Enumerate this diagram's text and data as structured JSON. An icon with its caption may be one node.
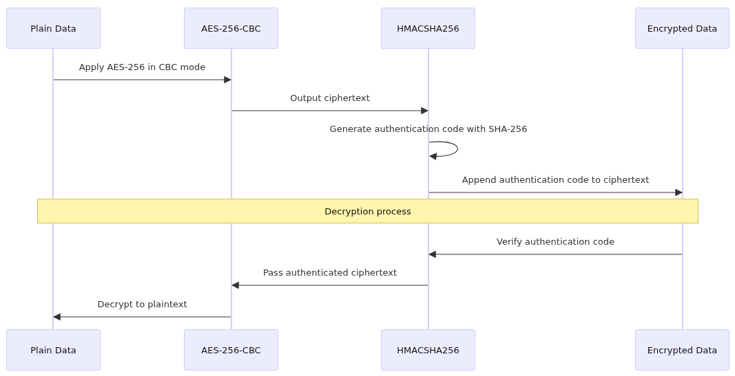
{
  "diagram": {
    "nodes": [
      {
        "text": [
          "Plain Data"
        ]
      },
      {
        "text": [
          "AES-256-CBC"
        ]
      },
      {
        "text": [
          "HMACSHA256"
        ]
      },
      {
        "text": [
          "Encrypted Data"
        ]
      },
      {
        "text": [
          "Plain Data"
        ]
      },
      {
        "text": [
          "AES-256-CBC"
        ]
      },
      {
        "text": [
          "HMACSHA256"
        ]
      },
      {
        "text": [
          "Encrypted Data"
        ]
      },
      {
        "text": [
          "Decryption process"
        ]
      },
      {
        "text": [],
        "shape": "bar"
      },
      {
        "text": [],
        "shape": "bar"
      },
      {
        "text": [],
        "shape": "bar"
      },
      {
        "text": [],
        "shape": "bar"
      }
    ],
    "edges": [
      {
        "from": 9,
        "to": 10,
        "arrow": "to",
        "label": "Apply AES-256 in CBC mode"
      },
      {
        "from": 10,
        "to": 11,
        "arrow": "to",
        "label": "Output ciphertext"
      },
      {
        "from": 11,
        "to": 11,
        "arrow": "to",
        "label": "Generate authentication code with SHA-256"
      },
      {
        "from": 11,
        "to": 12,
        "arrow": "to",
        "label": "Append authentication code to ciphertext"
      },
      {
        "from": 12,
        "to": 11,
        "arrow": "to",
        "label": "Verify authentication code"
      },
      {
        "from": 11,
        "to": 10,
        "arrow": "to",
        "label": "Pass authenticated ciphertext"
      },
      {
        "from": 10,
        "to": 9,
        "arrow": "to",
        "label": "Decrypt to plaintext"
      }
    ]
  }
}
